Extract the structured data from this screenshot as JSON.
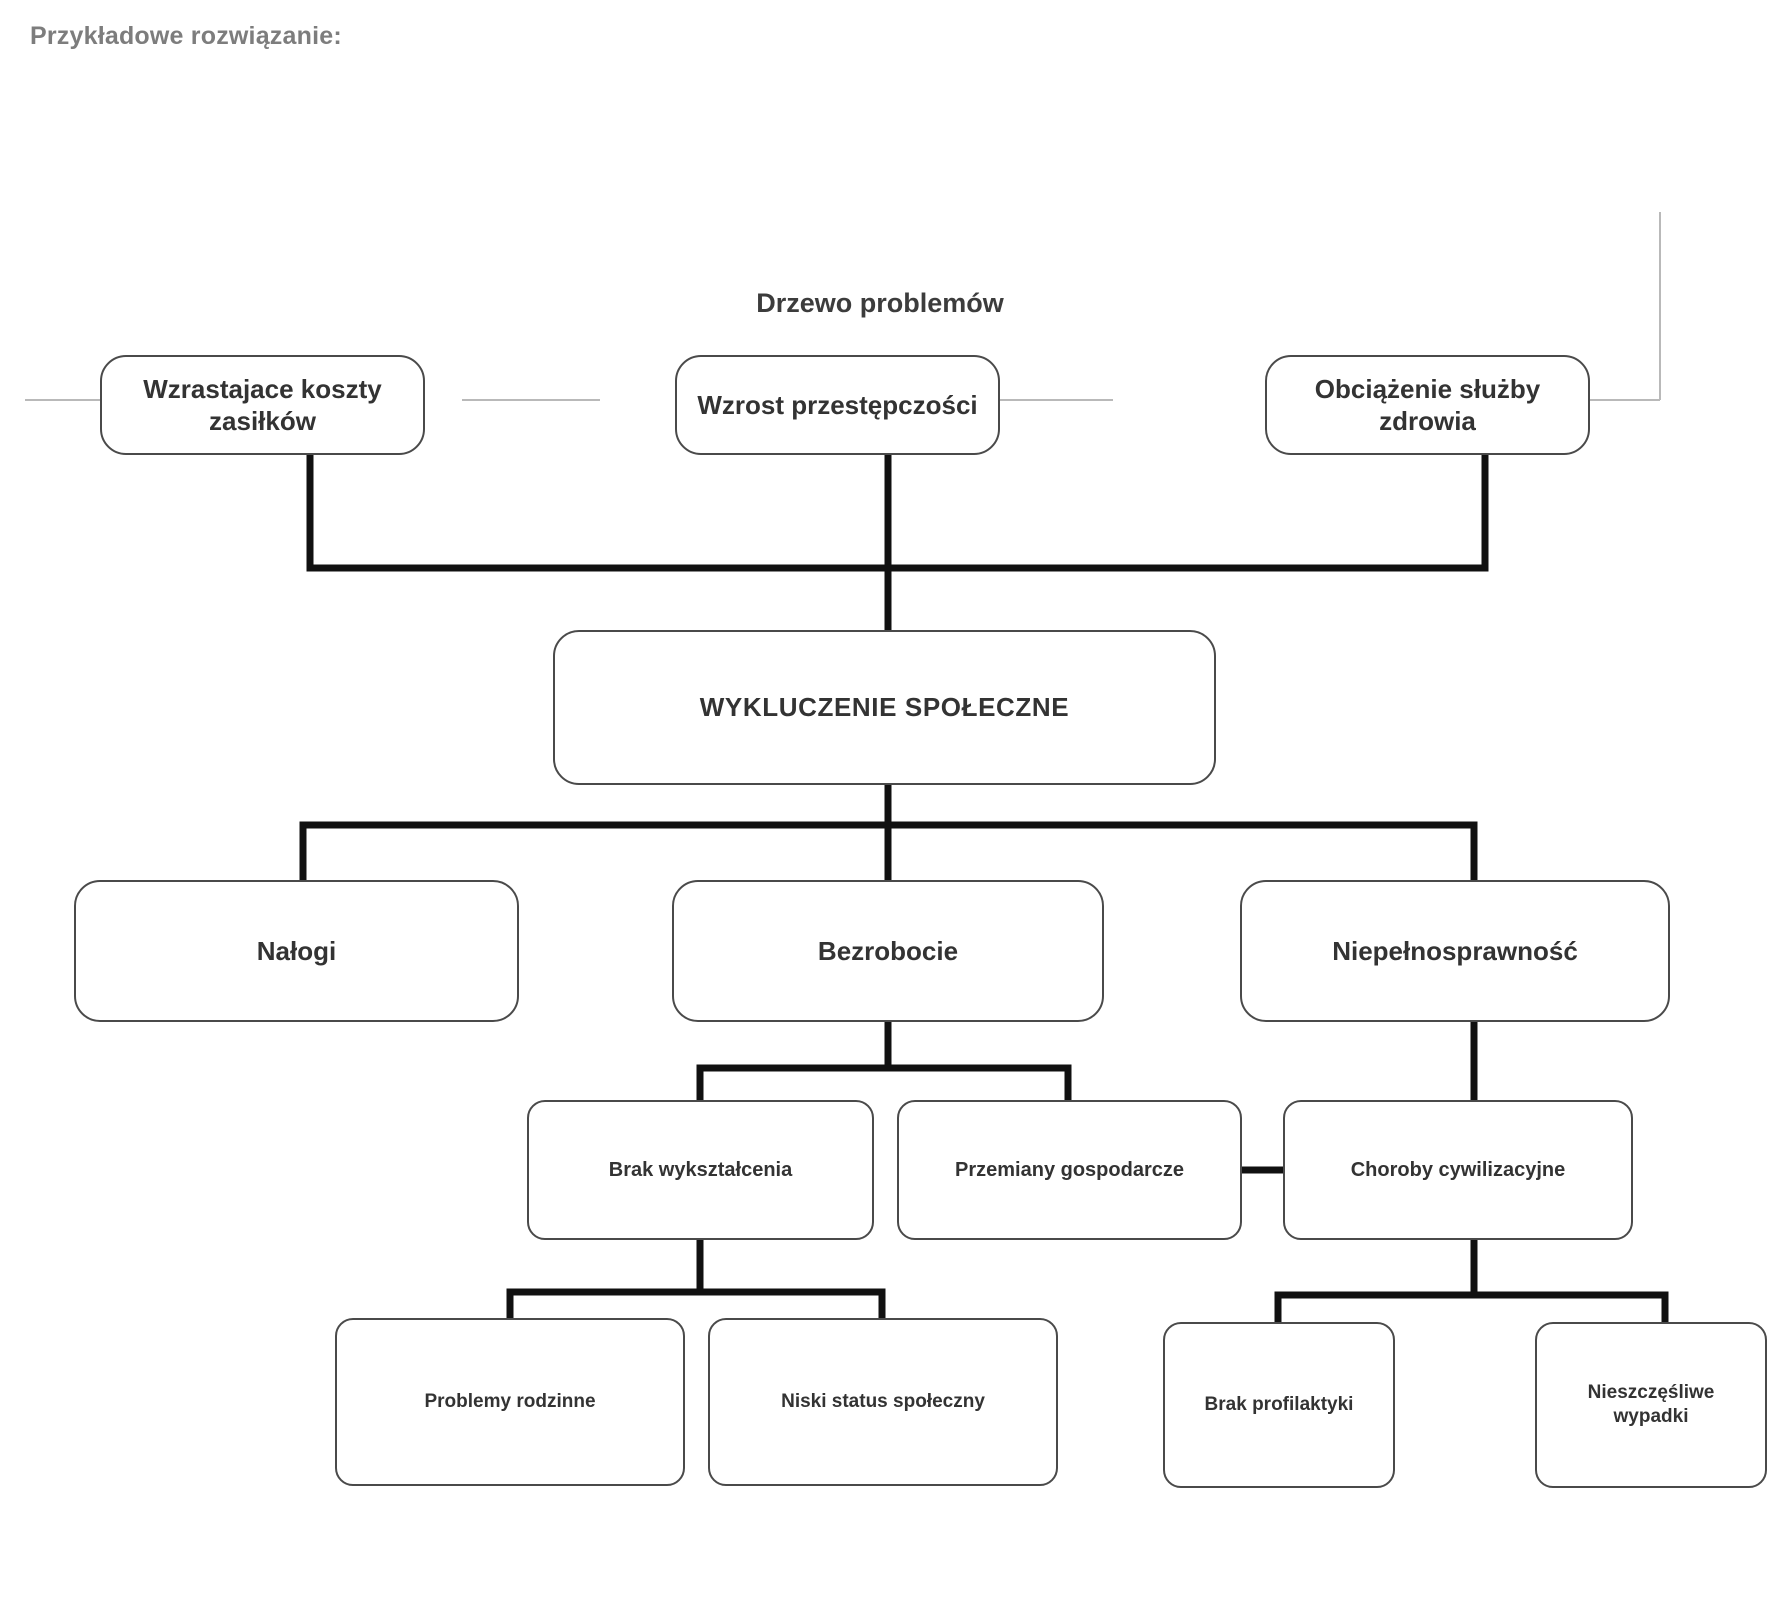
{
  "page": {
    "heading": "Przykładowe rozwiązanie:",
    "diagram_title": "Drzewo problemów",
    "language": "pl",
    "background_color": "#ffffff",
    "box_border_color": "#4a4a4a",
    "connector_color": "#111111",
    "heading_color": "#7d7d7d",
    "text_color": "#333333"
  },
  "diagram": {
    "type": "problem-tree",
    "effects_row": [
      {
        "id": "effect-1",
        "label": "Wzrastajace koszty zasiłków"
      },
      {
        "id": "effect-2",
        "label": "Wzrost przestępczości"
      },
      {
        "id": "effect-3",
        "label": "Obciążenie służby zdrowia"
      }
    ],
    "core_problem": {
      "id": "core",
      "label": "WYKLUCZENIE SPOŁECZNE"
    },
    "causes_row": [
      {
        "id": "cause-1",
        "label": "Nałogi"
      },
      {
        "id": "cause-2",
        "label": "Bezrobocie"
      },
      {
        "id": "cause-3",
        "label": "Niepełnosprawność"
      }
    ],
    "subcauses_row": [
      {
        "id": "sub-1",
        "label": "Brak wykształcenia",
        "parent": "cause-2"
      },
      {
        "id": "sub-2",
        "label": "Przemiany gospodarcze",
        "parent": "cause-2"
      },
      {
        "id": "sub-3",
        "label": "Choroby cywilizacyjne",
        "parent": "cause-3"
      }
    ],
    "leaves_row": [
      {
        "id": "leaf-1",
        "label": "Problemy rodzinne",
        "parent": "sub-1"
      },
      {
        "id": "leaf-2",
        "label": "Niski status społeczny",
        "parent": "sub-1"
      },
      {
        "id": "leaf-3",
        "label": "Brak profilaktyki",
        "parent": "sub-3"
      },
      {
        "id": "leaf-4",
        "label": "Nieszczęśliwe wypadki",
        "parent": "sub-3"
      }
    ]
  }
}
